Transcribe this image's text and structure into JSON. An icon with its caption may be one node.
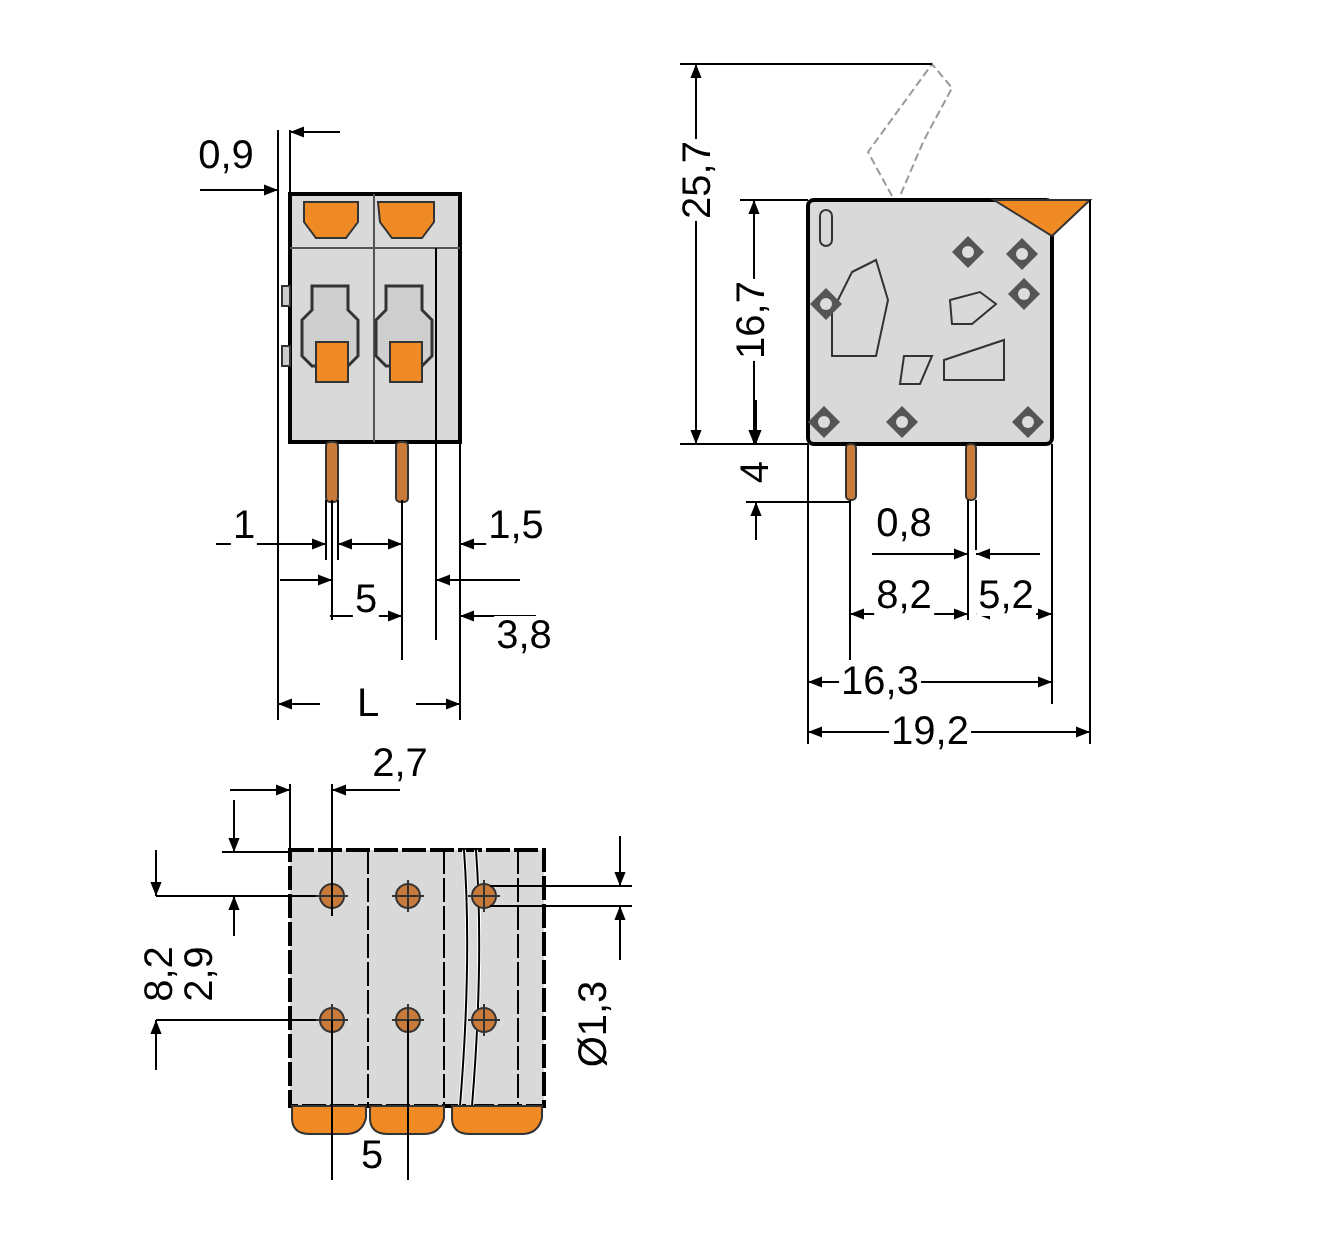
{
  "diagram": {
    "labels": [
      "0,9",
      "25,7",
      "16,7",
      "4",
      "1",
      "1,5",
      "0,8",
      "5",
      "8,2",
      "5,2",
      "3,8",
      "16,3",
      "L",
      "19,2",
      "2,7",
      "8,2",
      "2,9",
      "Ø1,3",
      "5"
    ]
  }
}
